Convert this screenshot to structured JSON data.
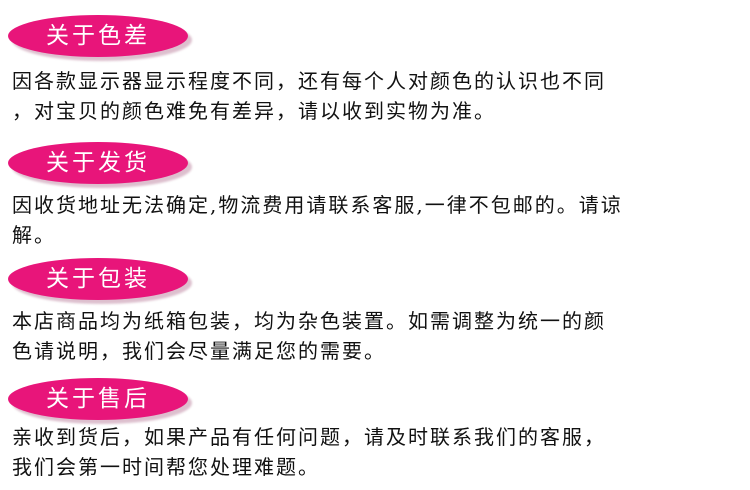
{
  "sections": [
    {
      "title": "关于色差",
      "lines": [
        "因各款显示器显示程度不同，还有每个人对颜色的认识也不同",
        "，对宝贝的颜色难免有差异，请以收到实物为准。"
      ]
    },
    {
      "title": "关于发货",
      "lines": [
        "因收货地址无法确定,物流费用请联系客服,一律不包邮的。请谅",
        "解。"
      ]
    },
    {
      "title": "关于包装",
      "lines": [
        "本店商品均为纸箱包装，均为杂色装置。如需调整为统一的颜",
        "色请说明，我们会尽量满足您的需要。"
      ]
    },
    {
      "title": "关于售后",
      "lines": [
        "亲收到货后，如果产品有任何问题，请及时联系我们的客服，",
        "我们会第一时间帮您处理难题。"
      ]
    }
  ],
  "colors": {
    "badge": "#e8157a",
    "badge_text": "#ffffff",
    "body_text": "#111111"
  }
}
